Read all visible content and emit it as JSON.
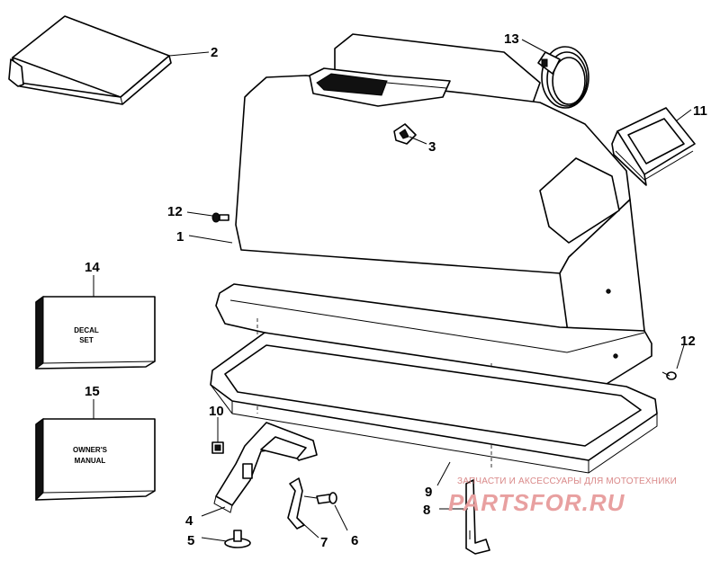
{
  "callouts": {
    "c1": "1",
    "c2": "2",
    "c3": "3",
    "c4": "4",
    "c5": "5",
    "c6": "6",
    "c7": "7",
    "c8": "8",
    "c9": "9",
    "c10": "10",
    "c11": "11",
    "c12a": "12",
    "c12b": "12",
    "c13": "13",
    "c14": "14",
    "c15": "15"
  },
  "boxes": {
    "decal_line1": "DECAL",
    "decal_line2": "SET",
    "manual_line1": "OWNER'S",
    "manual_line2": "MANUAL"
  },
  "watermark": {
    "tagline": "ЗАПЧАСТИ И АКСЕССУАРЫ ДЛЯ МОТОТЕХНИКИ",
    "brand": "PARTSFOR.RU",
    "color": "#e8a0a0"
  }
}
